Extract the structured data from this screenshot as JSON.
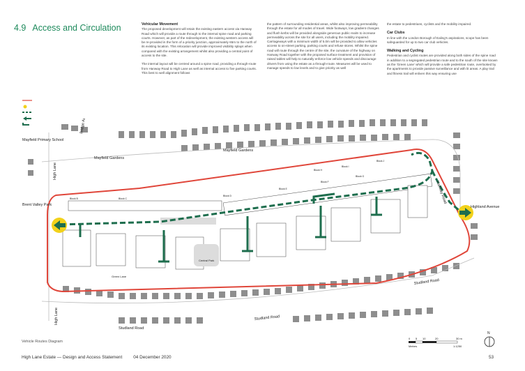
{
  "section": {
    "number": "4.9",
    "title": "Access and Circulation"
  },
  "columns": [
    {
      "heading": "Vehicular Movement",
      "paragraphs": [
        "The proposed development will retain the existing eastern access via Hanway Road which will provide a route through to the internal spine road and parking courts. However, as part of the redevelopment, the existing western access will be re-provided in the form of a priority junction, approximately 65m to the north of its existing location. This relocation will provide improved visibility splays when compared with the existing arrangement whilst also providing a central point of access to the site.",
        "The internal layout will be centred around a spine road, providing a through-route from Hanway Road to High Lane as well as internal access to five parking courts. This best to well alignment follows"
      ]
    },
    {
      "heading": "",
      "paragraphs": [
        "the pattern of surrounding residential areas, whilst also improving permeability through the estate for all modes of travel. Wide footways, low gradient changes and flush kerbs will be provided alongside generous public realm to increase permeability across the site for all users, including the mobility impaired. Carriageways with a minimum width of 5.0m will be provided to allow vehicles access to on-street parking, parking courts and refuse stores. Whilst the spine road will route through the centre of the site, the curvature of the highway on Hanway Road together with the proposed surface treatment and provision of raised tables will help to naturally enforce low vehicle speeds and discourage drivers from using the estate as a through-route. Measures will be used to manage speeds to low levels and to give priority as well"
      ]
    },
    {
      "heading": "",
      "paragraphs": [
        "the estate to pedestrians, cyclists and the mobility impaired."
      ],
      "subsections": [
        {
          "heading": "Car Clubs",
          "text": "In line with the London Borough of Ealing's aspirations, scope has been safeguarded for up to two car club vehicles."
        },
        {
          "heading": "Walking and Cycling",
          "text": "Pedestrian and cyclist routes are provided along both sides of the spine road in addition to a segregated pedestrian route and to the south of the site known as the 'Green Lane' which will provide a safe pedestrian route, overlooked by the apartments to provide passive surveillance and with lit areas. A play trail and fitness trail will enliven this way ensuring use"
        }
      ]
    }
  ],
  "map_labels": {
    "mayfield_school": "Mayfield Primary School",
    "mayfield_gardens_left": "Mayfield Gardens",
    "mayfield_gardens_right": "Mayfield Gardens",
    "bridge_avenue": "Bridge Avenue",
    "high_lane_top": "High Lane",
    "high_lane_bottom": "High Lane",
    "brent_valley_park": "Brent Valley Park",
    "studland_road_left": "Studland Road",
    "studland_road_mid": "Studland Road",
    "studland_road_right": "Studland Road",
    "hanway_road": "Hanway Road",
    "highland_avenue": "Highland Avenue",
    "central_park": "Central Park",
    "green_lane": "Green Lane",
    "block_b": "Block B",
    "block_c": "Block C",
    "block_d": "Block D",
    "block_e": "Block E",
    "block_f": "Block F",
    "block_g": "Block G",
    "block_h": "Block H",
    "block_i": "Block I",
    "block_j": "Block J"
  },
  "caption": "Vehicle Routes Diagram",
  "footer": {
    "title": "High Lane Estate — Design and Access Statement",
    "date": "04 December 2020",
    "page": "53"
  },
  "scale": {
    "ticks": [
      "0",
      "5",
      "10",
      "20",
      "30 m"
    ],
    "unit": "Metres",
    "ratio": "1:1250"
  },
  "north": "N",
  "colors": {
    "accent": "#1e8a5c",
    "boundary": "#e0463a",
    "route": "#1e6e4e",
    "access_marker": "#f2d21b",
    "building": "#9a9a9a"
  }
}
